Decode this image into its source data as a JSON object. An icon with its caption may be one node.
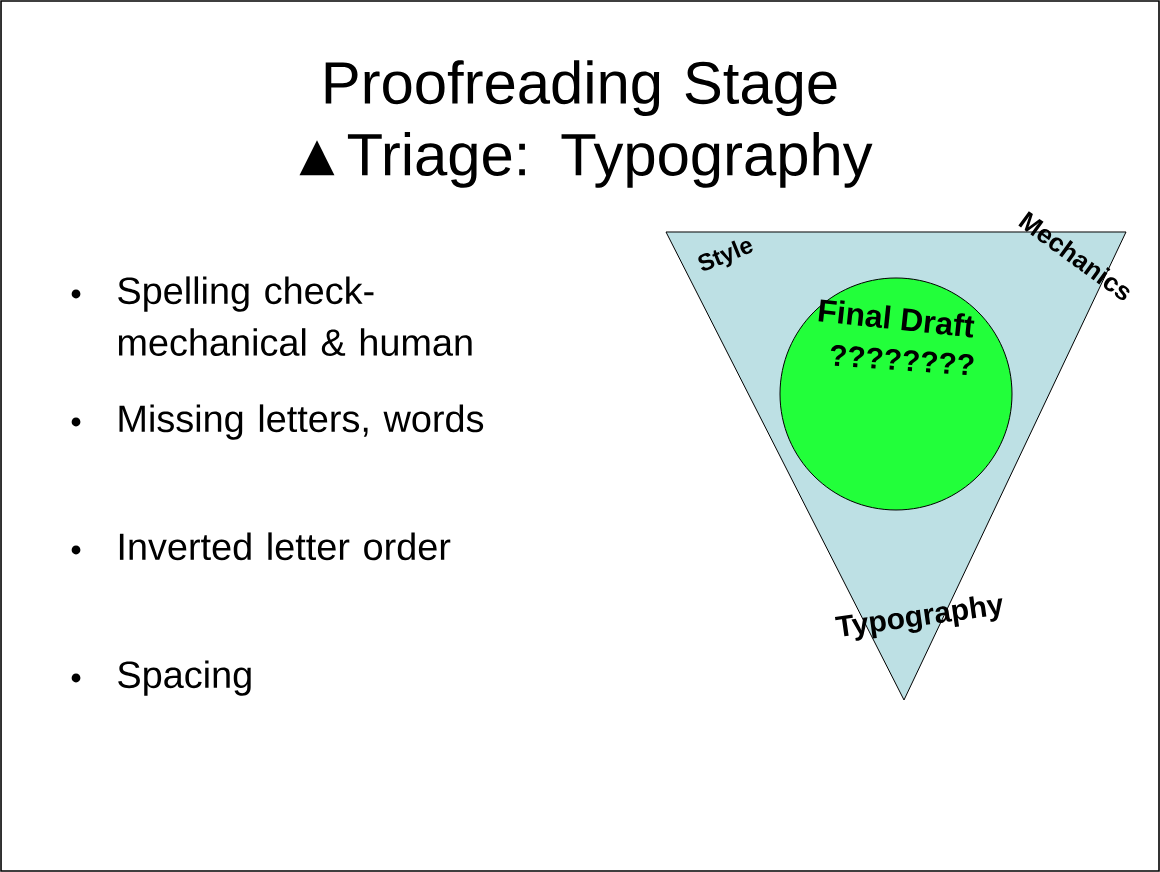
{
  "diagram": {
    "title": "Proofreading Stage ▲Triage: Typography",
    "nodes": [
      {
        "text": [],
        "shape": "triangle"
      },
      {
        "text": [
          "Final Draft",
          "????????"
        ],
        "in": 0
      }
    ],
    "labels": [
      "Spelling check- mechanical & human",
      "Missing letters, words",
      "Inverted letter order",
      "Spacing",
      "Style",
      "Mechanics",
      "Typography"
    ]
  }
}
